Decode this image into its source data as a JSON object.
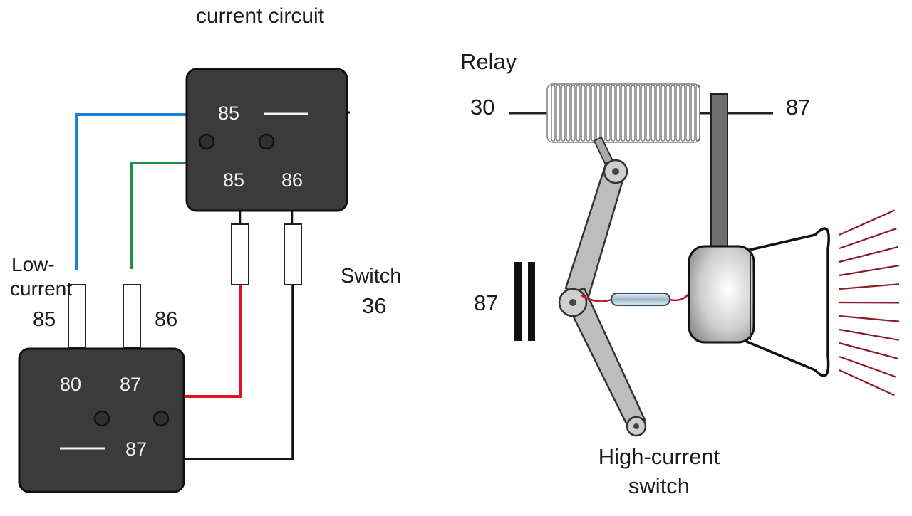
{
  "diagram": {
    "title": "current circuit",
    "left_panel": {
      "label_low_current_line1": "Low-",
      "label_low_current_line2": "current",
      "label_85": "85",
      "label_86": "86",
      "label_switch_line1": "Switch",
      "label_switch_line2": "36",
      "top_relay": {
        "pin_85_upper": "85",
        "pin_85_lower": "85",
        "pin_86": "86"
      },
      "bottom_relay": {
        "pin_80": "80",
        "pin_87_upper": "87",
        "pin_87_lower": "87"
      },
      "wire_colors": {
        "blue": "#1e7fd6",
        "green": "#1f8f4a",
        "red": "#e0141e",
        "black": "#111111"
      }
    },
    "right_panel": {
      "relay_label": "Relay",
      "terminal_30": "30",
      "terminal_87_right": "87",
      "terminal_87_left": "87",
      "high_current_line1": "High-current",
      "high_current_line2": "switch"
    },
    "colors": {
      "relay_box": "#3b3b3b",
      "arm": "#b9b9b9",
      "rays": "#8a1c2a"
    }
  }
}
